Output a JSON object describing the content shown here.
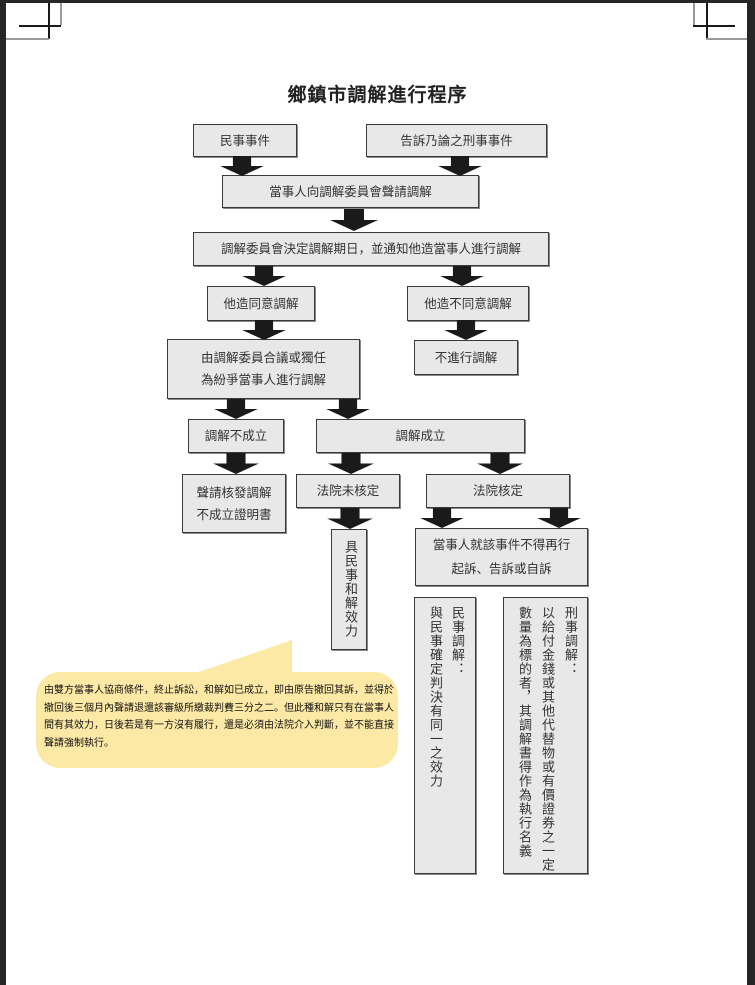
{
  "document": {
    "title": "鄉鎮市調解進行程序"
  },
  "flowchart": {
    "nodes": {
      "civil_case": "民事事件",
      "criminal_complaint_case": "告訴乃論之刑事事件",
      "apply_mediation": "當事人向調解委員會聲請調解",
      "set_date": "調解委員會決定調解期日，並通知他造當事人進行調解",
      "other_party_agrees": "他造同意調解",
      "other_party_disagrees": "他造不同意調解",
      "no_mediation": "不進行調解",
      "committee_mediates_line1": "由調解委員合議或獨任",
      "committee_mediates_line2": "為紛爭當事人進行調解",
      "mediation_failed": "調解不成立",
      "mediation_success": "調解成立",
      "apply_failure_cert_line1": "聲請核發調解",
      "apply_failure_cert_line2": "不成立證明書",
      "court_not_approved": "法院未核定",
      "court_approved": "法院核定",
      "settlement_effect": "具民事和解效力",
      "no_refile_line1": "當事人就該事件不得再行",
      "no_refile_line2": "起訴、告訴或自訴",
      "civil_mediation_col1": "民事調解：",
      "civil_mediation_col2": "與民事確定判決有同一之效力",
      "criminal_mediation_col1": "刑事調解：",
      "criminal_mediation_col2": "以給付金錢或其他代替物或有價證券之一定",
      "criminal_mediation_col3": "數量為標的者，其調解書得作為執行名義"
    }
  },
  "callout": {
    "text": "由雙方當事人協商條件，終止訴訟，和解如已成立，即由原告撤回其訴，並得於撤回後三個月內聲請退還該審級所繳裁判費三分之二。但此種和解只有在當事人間有其效力，日後若是有一方沒有履行，還是必須由法院介入判斷，並不能直接聲請強制執行。",
    "background_color": "#fde9a6"
  },
  "colors": {
    "box_fill": "#e8e8e8",
    "box_border": "#3a3a3a",
    "arrow": "#1a1a1a"
  }
}
